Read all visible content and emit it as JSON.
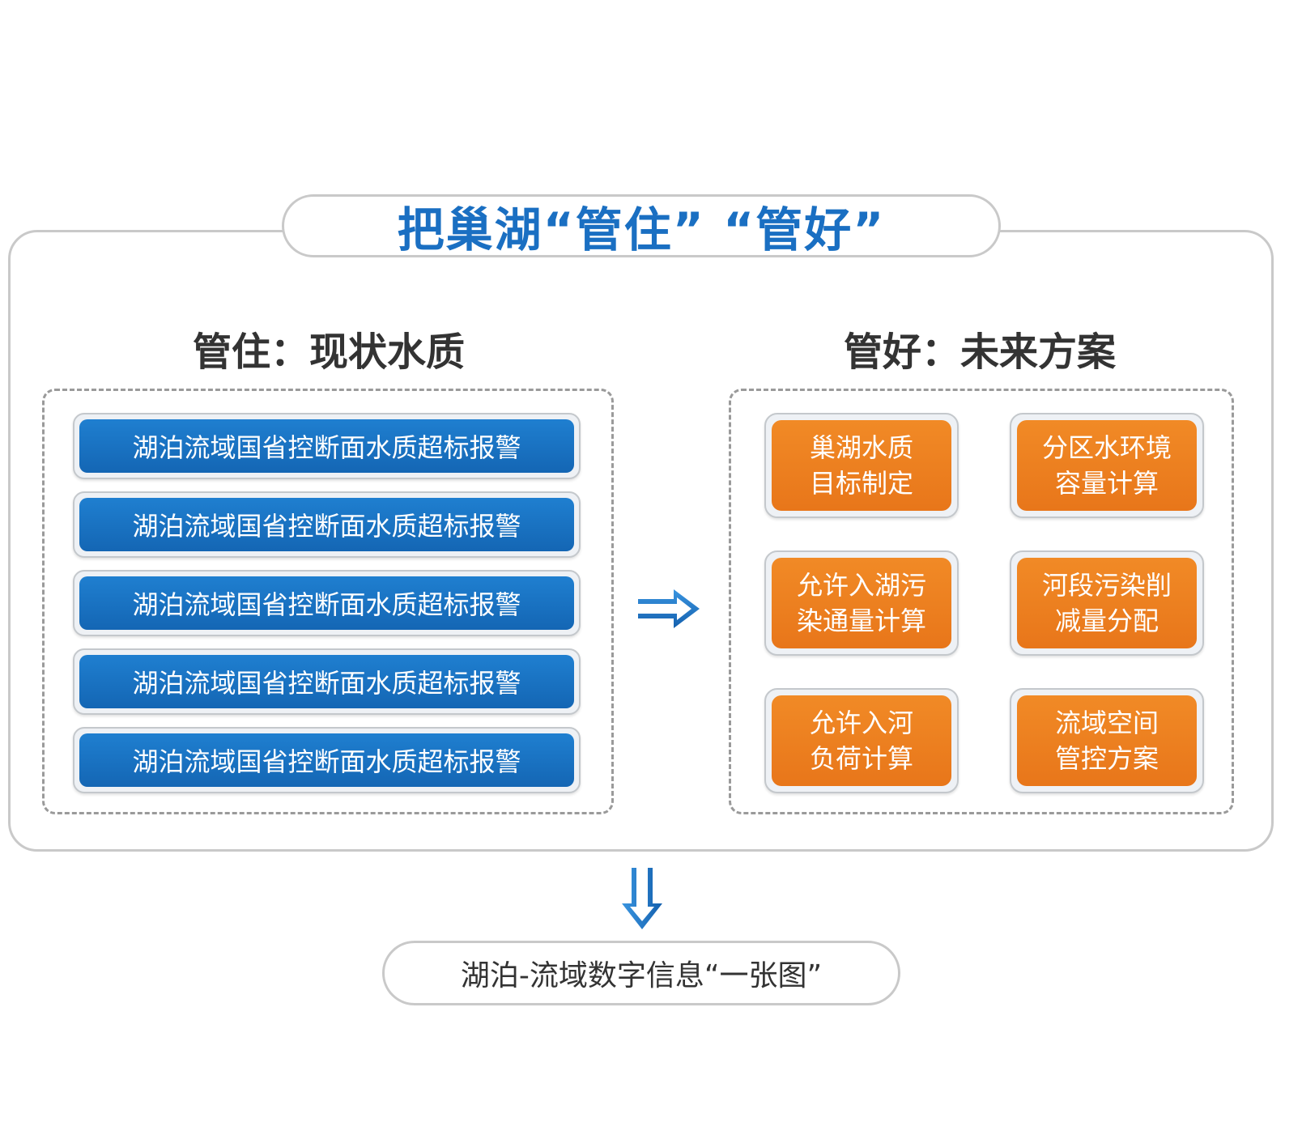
{
  "title": "把巢湖“管住” “管好”",
  "left_section": {
    "heading": "管住：现状水质",
    "items": [
      "湖泊流域国省控断面水质超标报警",
      "湖泊流域国省控断面水质超标报警",
      "湖泊流域国省控断面水质超标报警",
      "湖泊流域国省控断面水质超标报警",
      "湖泊流域国省控断面水质超标报警"
    ]
  },
  "right_section": {
    "heading": "管好：未来方案",
    "items": [
      {
        "line1": "巢湖水质",
        "line2": "目标制定"
      },
      {
        "line1": "分区水环境",
        "line2": "容量计算"
      },
      {
        "line1": "允许入湖污",
        "line2": "染通量计算"
      },
      {
        "line1": "河段污染削",
        "line2": "减量分配"
      },
      {
        "line1": "允许入河",
        "line2": "负荷计算"
      },
      {
        "line1": "流域空间",
        "line2": "管控方案"
      }
    ]
  },
  "arrows": {
    "right": "arrow-right-icon",
    "down": "arrow-down-icon"
  },
  "bottom_label": "湖泊-流域数字信息“一张图”",
  "colors": {
    "title_blue": "#1a6fc2",
    "bar_blue": "#1a72c4",
    "box_orange": "#ee8420",
    "border_gray": "#c9c9c9"
  }
}
